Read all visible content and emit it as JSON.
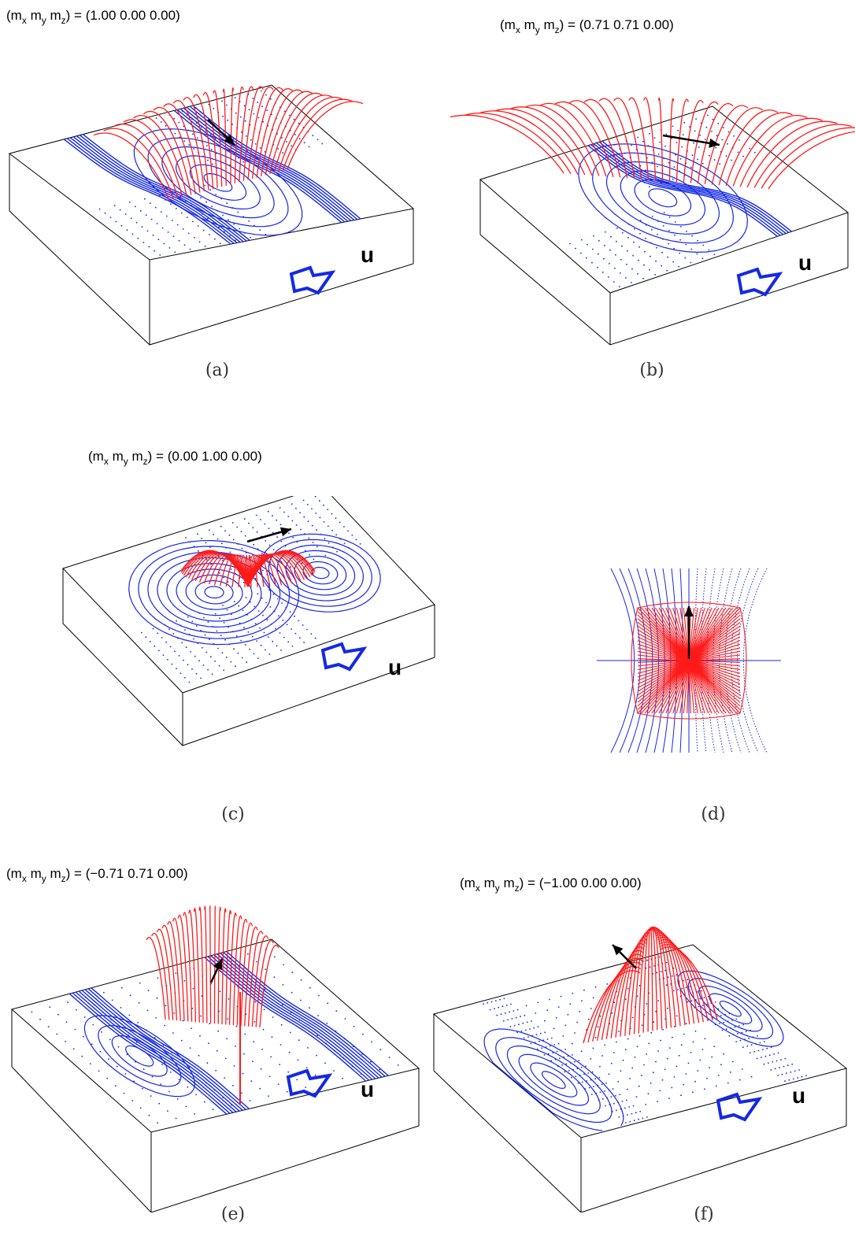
{
  "colors": {
    "field_lines": "#ff1a1a",
    "contours": "#1428e6",
    "box": "#000000",
    "flow_arrow": "#1428e6"
  },
  "panels": [
    {
      "id": "a",
      "caption": "(a)",
      "m_vector": "(1.00 0.00 0.00)",
      "flow_label": "u"
    },
    {
      "id": "b",
      "caption": "(b)",
      "m_vector": "(0.71 0.71 0.00)",
      "flow_label": "u"
    },
    {
      "id": "c",
      "caption": "(c)",
      "m_vector": "(0.00 1.00 0.00)",
      "flow_label": "u"
    },
    {
      "id": "d",
      "caption": "(d)"
    },
    {
      "id": "e",
      "caption": "(e)",
      "m_vector": "(−0.71 0.71 0.00)",
      "flow_label": "u"
    },
    {
      "id": "f",
      "caption": "(f)",
      "m_vector": "(−1.00 0.00 0.00)",
      "flow_label": "u"
    }
  ],
  "header_symbols": {
    "m": "m",
    "x": "x",
    "y": "y",
    "z": "z",
    "open": "(",
    "close": ")",
    "eq": " = "
  }
}
